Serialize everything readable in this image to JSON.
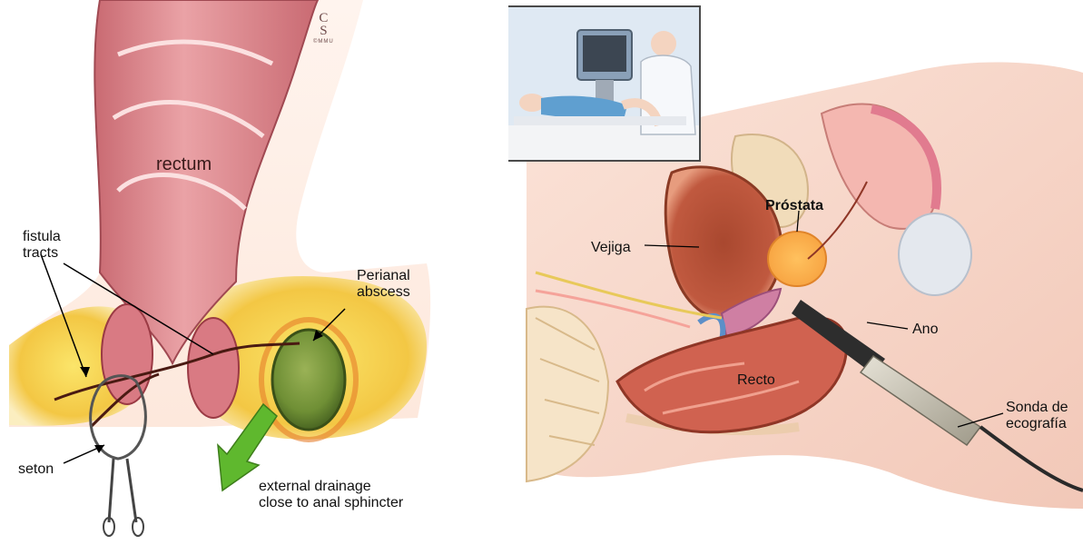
{
  "left_figure": {
    "labels": {
      "rectum": "rectum",
      "fistula_tracts": "fistula\ntracts",
      "perianal_abscess": "Perianal\nabscess",
      "seton": "seton",
      "external_drainage": "external drainage\nclose to anal sphincter"
    },
    "logo": {
      "letters": "C\nS",
      "sub": "©MMU"
    },
    "colors": {
      "tissue": "#e0868f",
      "fat": "#f3c744",
      "abscess": "#6f8f35",
      "arrow": "#5fb82e"
    }
  },
  "right_figure": {
    "labels": {
      "prostata": "Próstata",
      "vejiga": "Vejiga",
      "ano": "Ano",
      "recto": "Recto",
      "sonda": "Sonda de\necografía"
    },
    "colors": {
      "tissue": "#f2c8b8",
      "bladder": "#c0593f",
      "prostate": "#f7a341",
      "probe": "#3a3a3a"
    },
    "inset_icon": "ultrasound-exam-illustration"
  }
}
